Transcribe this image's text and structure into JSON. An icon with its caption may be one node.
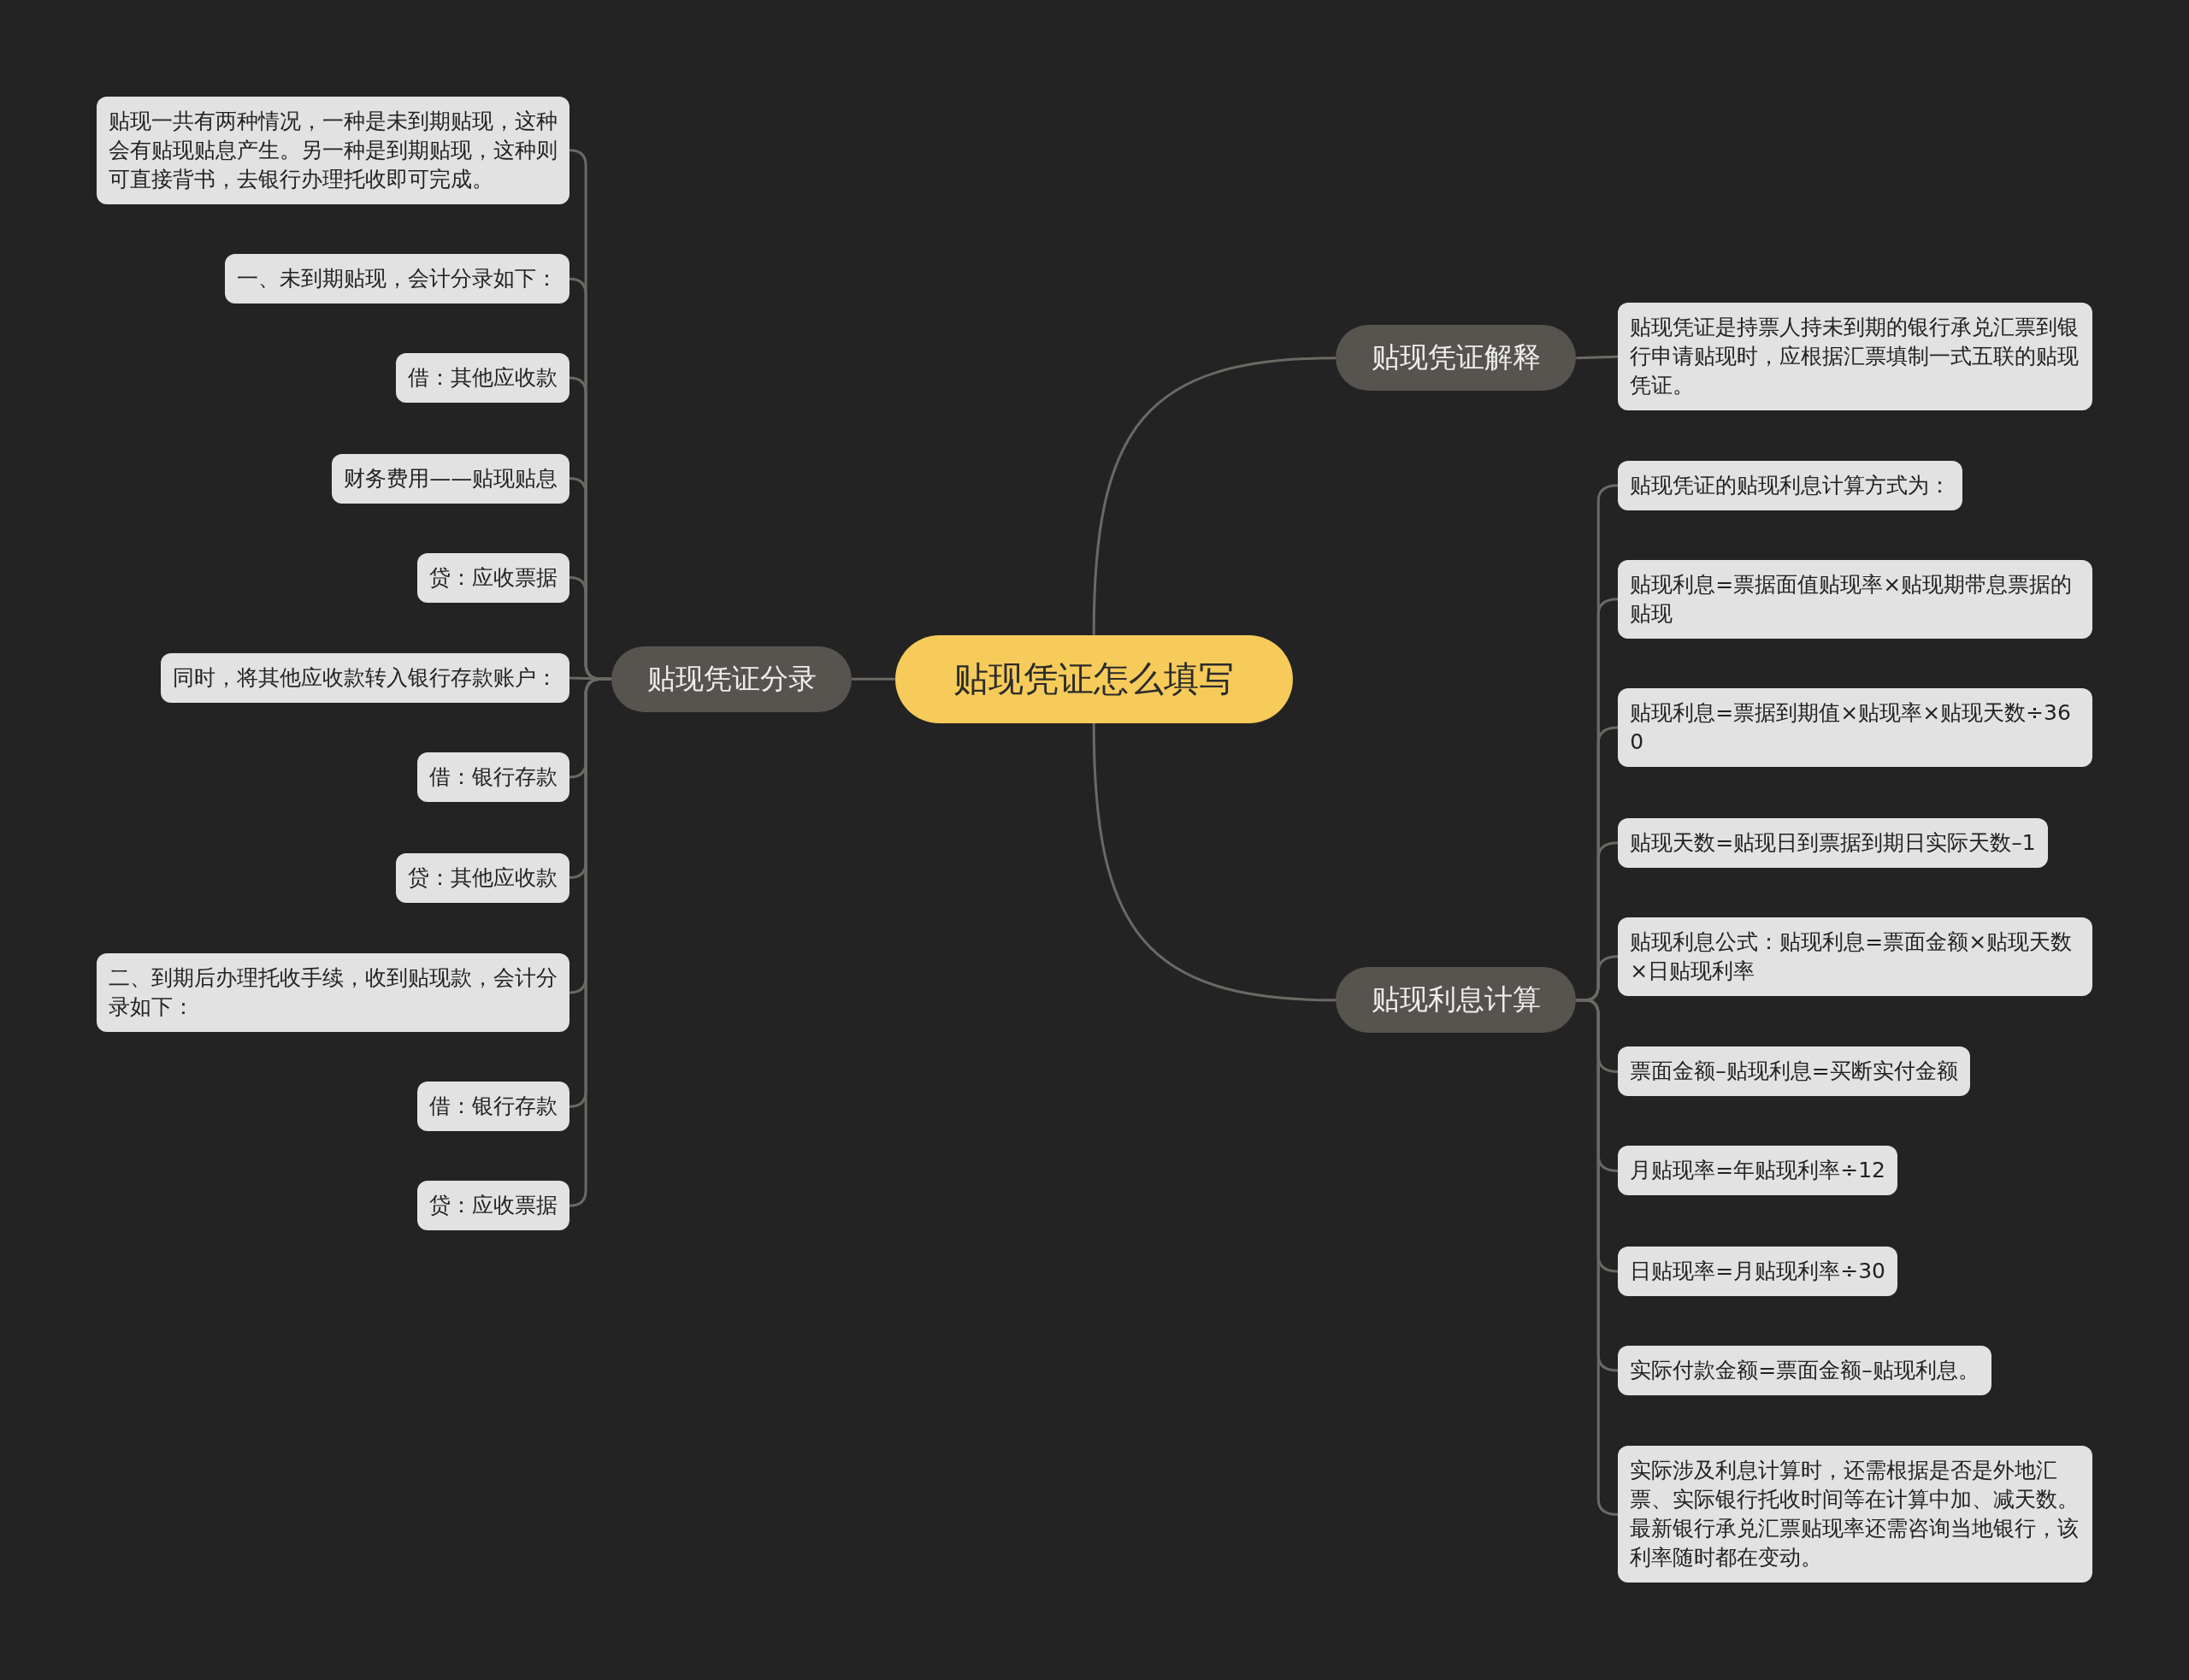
{
  "diagram": {
    "nodes": [
      {
        "text": [
          "贴现凭证怎么填写"
        ]
      },
      {
        "text": [
          "贴现凭证解释"
        ]
      },
      {
        "text": [
          "贴现凭证是持票人持未到期的银行承兑汇票到银行申请贴现时，应根据汇票填制一式五联的贴现凭证。"
        ]
      },
      {
        "text": [
          "贴现利息计算"
        ]
      },
      {
        "text": [
          "贴现凭证的贴现利息计算方式为："
        ]
      },
      {
        "text": [
          "贴现利息=票据面值贴现率×贴现期带息票据的贴现"
        ]
      },
      {
        "text": [
          "贴现利息=票据到期值×贴现率×贴现天数÷360"
        ]
      },
      {
        "text": [
          "贴现天数=贴现日到票据到期日实际天数–1"
        ]
      },
      {
        "text": [
          "贴现利息公式：贴现利息=票面金额×贴现天数×日贴现利率"
        ]
      },
      {
        "text": [
          "票面金额–贴现利息=买断实付金额"
        ]
      },
      {
        "text": [
          "月贴现率=年贴现利率÷12"
        ]
      },
      {
        "text": [
          "日贴现率=月贴现利率÷30"
        ]
      },
      {
        "text": [
          "实际付款金额=票面金额–贴现利息。"
        ]
      },
      {
        "text": [
          "实际涉及利息计算时，还需根据是否是外地汇票、实际银行托收时间等在计算中加、减天数。最新银行承兑汇票贴现率还需咨询当地银行，该利率随时都在变动。"
        ]
      },
      {
        "text": [
          "贴现凭证分录"
        ]
      },
      {
        "text": [
          "贴现一共有两种情况，一种是未到期贴现，这种会有贴现贴息产生。另一种是到期贴现，这种则可直接背书，去银行办理托收即可完成。"
        ]
      },
      {
        "text": [
          "一、未到期贴现，会计分录如下："
        ]
      },
      {
        "text": [
          "借：其他应收款"
        ]
      },
      {
        "text": [
          "财务费用——贴现贴息"
        ]
      },
      {
        "text": [
          "贷：应收票据"
        ]
      },
      {
        "text": [
          "同时，将其他应收款转入银行存款账户："
        ]
      },
      {
        "text": [
          "借：银行存款"
        ]
      },
      {
        "text": [
          "贷：其他应收款"
        ]
      },
      {
        "text": [
          "二、到期后办理托收手续，收到贴现款，会计分录如下："
        ]
      },
      {
        "text": [
          "借：银行存款"
        ]
      },
      {
        "text": [
          "贷：应收票据"
        ]
      }
    ],
    "edges": [
      {
        "from": 0,
        "to": 1,
        "arrow": "none"
      },
      {
        "from": 1,
        "to": 2,
        "arrow": "none"
      },
      {
        "from": 0,
        "to": 3,
        "arrow": "none"
      },
      {
        "from": 3,
        "to": 4,
        "arrow": "none"
      },
      {
        "from": 3,
        "to": 5,
        "arrow": "none"
      },
      {
        "from": 3,
        "to": 6,
        "arrow": "none"
      },
      {
        "from": 3,
        "to": 7,
        "arrow": "none"
      },
      {
        "from": 3,
        "to": 8,
        "arrow": "none"
      },
      {
        "from": 3,
        "to": 9,
        "arrow": "none"
      },
      {
        "from": 3,
        "to": 10,
        "arrow": "none"
      },
      {
        "from": 3,
        "to": 11,
        "arrow": "none"
      },
      {
        "from": 3,
        "to": 12,
        "arrow": "none"
      },
      {
        "from": 3,
        "to": 13,
        "arrow": "none"
      },
      {
        "from": 0,
        "to": 14,
        "arrow": "none"
      },
      {
        "from": 14,
        "to": 15,
        "arrow": "none"
      },
      {
        "from": 14,
        "to": 16,
        "arrow": "none"
      },
      {
        "from": 14,
        "to": 17,
        "arrow": "none"
      },
      {
        "from": 14,
        "to": 18,
        "arrow": "none"
      },
      {
        "from": 14,
        "to": 19,
        "arrow": "none"
      },
      {
        "from": 14,
        "to": 20,
        "arrow": "none"
      },
      {
        "from": 14,
        "to": 21,
        "arrow": "none"
      },
      {
        "from": 14,
        "to": 22,
        "arrow": "none"
      },
      {
        "from": 14,
        "to": 23,
        "arrow": "none"
      },
      {
        "from": 14,
        "to": 24,
        "arrow": "none"
      },
      {
        "from": 14,
        "to": 25,
        "arrow": "none"
      }
    ]
  }
}
